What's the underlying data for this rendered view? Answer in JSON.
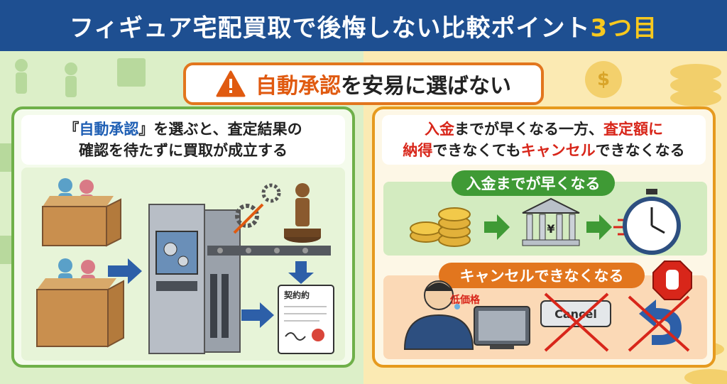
{
  "header": {
    "title_main": "フィギュア宅配買取で後悔しない比較ポイント",
    "title_highlight": "3つ目",
    "bg_color": "#1e4f91",
    "highlight_color": "#f7c81e"
  },
  "warning": {
    "icon": "warning-triangle-icon",
    "text_red": "自動承認",
    "text_rest": "を安易に選ばない",
    "border_color": "#e2761e"
  },
  "left_panel": {
    "line1_bracket_open": "『",
    "line1_highlight": "自動承認",
    "line1_bracket_close": "』",
    "line1_rest": "を選ぶと、査定結果の",
    "line2": "確認を待たずに買取が成立する",
    "contract_label": "契約約",
    "border_color": "#6fb049"
  },
  "right_panel": {
    "line1_red1": "入金",
    "line1_mid": "までが早くなる一方、",
    "line1_red2": "査定額に",
    "line2_red1": "納得",
    "line2_mid": "できなくても",
    "line2_red2": "キャンセル",
    "line2_rest": "できなくなる",
    "pill_green": "入金までが早くなる",
    "pill_orange": "キャンセルできなくなる",
    "low_price": "低価格",
    "cancel_button": "Cancel",
    "bank_symbol": "¥",
    "border_color": "#e69a1e"
  }
}
